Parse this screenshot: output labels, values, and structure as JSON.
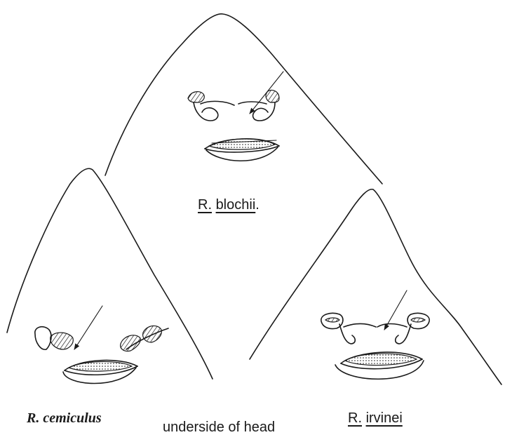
{
  "figure": {
    "species": [
      {
        "genus": "R.",
        "epithet": "blochii",
        "trailing": "."
      },
      {
        "genus": "R.",
        "epithet": "cemiculus",
        "trailing": ""
      },
      {
        "genus": "R.",
        "epithet": "irvinei",
        "trailing": ""
      }
    ],
    "caption": "underside of head"
  }
}
